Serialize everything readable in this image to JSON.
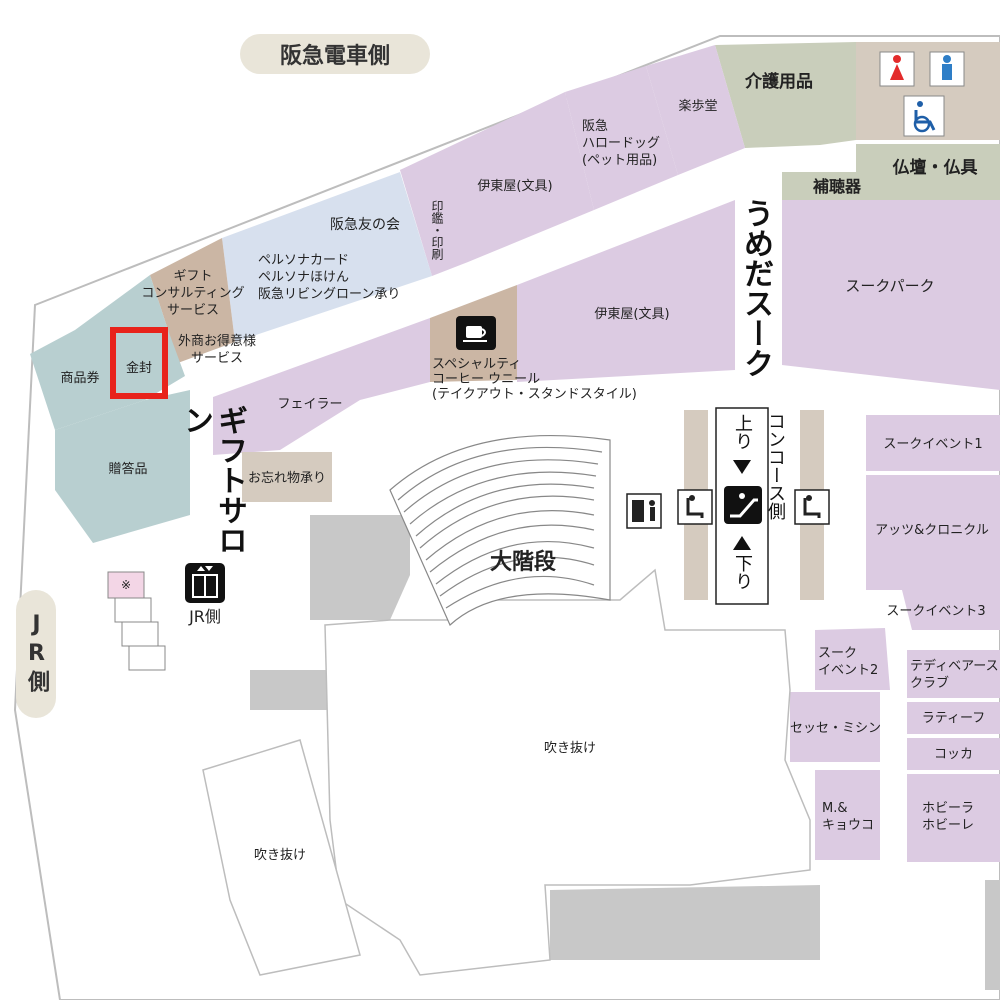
{
  "labels": {
    "hankyu_side": "阪急電車側",
    "jr_side": "JR側",
    "umeda_sukku": "うめだスーク",
    "gift_salon": "ギフトサロン",
    "concourse_side": "コンコース側",
    "up": "上り",
    "down": "下り",
    "jr_gawa_elevator": "JR側",
    "daikaidan": "大階段"
  },
  "shops": {
    "kaigo": "介護用品",
    "rakuhodo": "楽歩堂",
    "hankyu_hello_dog": "阪急\nハロードッグ\n(ペット用品)",
    "itoya_1": "伊東屋(文具)",
    "inkan": "印鑑・印刷",
    "hankyu_tomo": "阪急友の会",
    "persona": "ペルソナカード\nペルソナほけん\n阪急リビングローン承り",
    "gift_consulting": "ギフト\nコンサルティング\nサービス",
    "gaisho": "外商お得意様\nサービス",
    "shohinken": "商品券",
    "kinpu": "金封",
    "zotohin": "贈答品",
    "specialty_coffee": "スペシャルティ\nコーヒー ウニール\n(テイクアウト・スタンドスタイル)",
    "itoya_2": "伊東屋(文具)",
    "feiler": "フェイラー",
    "owasuremono": "お忘れ物承り",
    "hochoki": "補聴器",
    "butsudan": "仏壇・仏具",
    "sukku_park": "スークパーク",
    "sukku_event1": "スークイベント1",
    "arts_chronicle": "アッツ&クロニクル",
    "sukku_event3": "スークイベント3",
    "sukku_event2": "スーク\nイベント2",
    "teddy_bear": "テディベアース\nクラブ",
    "sesse_mishin": "セッセ・ミシン",
    "latifu": "ラティーフ",
    "kokka": "コッカ",
    "m_kyouko": "M.&\nキョウコ",
    "hobby": "ホビーラ\nホビーレ",
    "fukinuke_1": "吹き抜け",
    "fukinuke_2": "吹き抜け",
    "kome": "※"
  },
  "colors": {
    "purple": "#dccbe2",
    "teal": "#b8cfd0",
    "blue": "#d7e0ee",
    "tan": "#cbb6a4",
    "sage": "#c9cebb",
    "beige": "#d5cbbf",
    "gray": "#c8c8c8",
    "pink": "#f3d6e6",
    "highlight": "#e8231b"
  }
}
